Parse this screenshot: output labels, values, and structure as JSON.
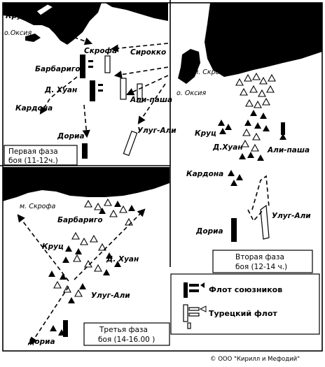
{
  "map": {
    "panel1": {
      "caption_line1": "Первая фаза",
      "caption_line2": "боя (11-12ч.)",
      "labels": {
        "kruts": "Круц",
        "oksia": "о.Оксия",
        "skrofa": "Скрофа",
        "sirokko": "Сирокко",
        "barbarigo": "Барбариго",
        "d_huan": "Д. Хуан",
        "ali_pasha": "Али-паша",
        "kardona": "Кардона",
        "doria": "Дориа",
        "ulug_ali": "Улуг-Али"
      }
    },
    "panel2": {
      "caption_line1": "Вторая фаза",
      "caption_line2": "боя (12-14 ч.)",
      "labels": {
        "m_skrofa": "м. Скрофа",
        "oksia": "о. Оксия",
        "kruts": "Круц",
        "d_huan": "Д.Хуан",
        "ali_pasha": "Али-паша",
        "kardona": "Кардона",
        "ulug_ali": "Улуг-Али",
        "doria": "Дориа"
      }
    },
    "panel3": {
      "caption_line1": "Третья фаза",
      "caption_line2": "боя (14-16.00 )",
      "labels": {
        "m_skrofa": "м. Скрофа",
        "barbarigo": "Барбариго",
        "kruts": "Круц",
        "d_huan": "Д. Хуан",
        "ulug_ali": "Улуг-Али",
        "doria": "Дориа"
      }
    },
    "legend": {
      "allied": "Флот союзников",
      "turkish": "Турецкий флот"
    },
    "copyright": "© ООО \"Кирилл и Мефодий\""
  }
}
